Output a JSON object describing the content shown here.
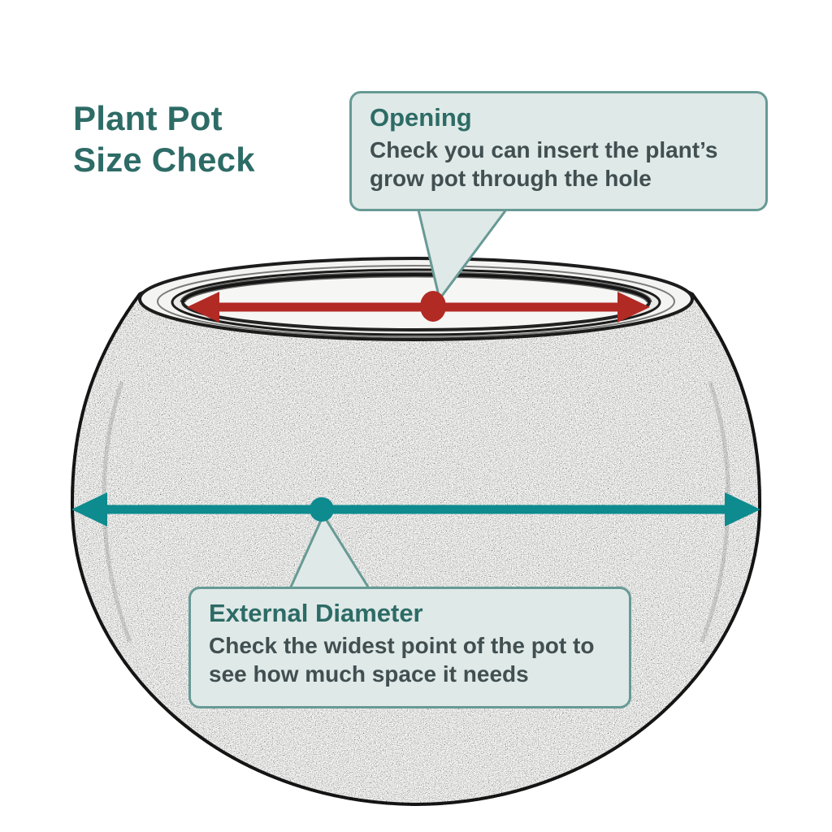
{
  "title": {
    "text": "Plant Pot\nSize Check"
  },
  "callouts": {
    "opening": {
      "heading": "Opening",
      "body": "Check you can insert the plant’s grow pot through the hole"
    },
    "external_diameter": {
      "heading": "External Diameter",
      "body": "Check the widest point of the pot to see how much space it needs"
    }
  },
  "annotations": {
    "opening_arrow": "double-headed arrow across pot opening",
    "external_diameter_arrow": "double-headed arrow across widest point of pot"
  },
  "colors": {
    "title_text": "#2d6b66",
    "heading_text": "#2d6b66",
    "body_text": "#414f51",
    "callout_background": "#dfe9e7",
    "callout_border": "#679a95",
    "opening_arrow": "#b22a24",
    "external_diameter_arrow": "#0d8b8e",
    "pot_outline": "#1c1c1c",
    "page_background": "#ffffff"
  }
}
